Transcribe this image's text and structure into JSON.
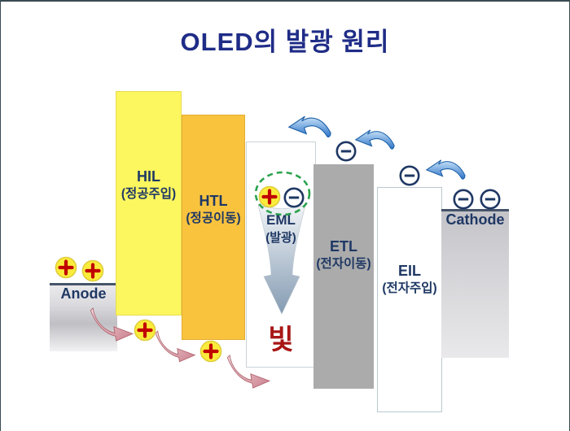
{
  "title": "OLED의 발광 원리",
  "electrodes": {
    "anode": {
      "label": "Anode"
    },
    "cathode": {
      "label": "Cathode"
    }
  },
  "layers": [
    {
      "abbr": "HIL",
      "sub": "(정공주입)"
    },
    {
      "abbr": "HTL",
      "sub": "(정공이동)"
    },
    {
      "abbr": "EML",
      "sub": "(발광)"
    },
    {
      "abbr": "ETL",
      "sub": "(전자이동)"
    },
    {
      "abbr": "EIL",
      "sub": "(전자주입)"
    }
  ],
  "emission": {
    "light_label": "빛"
  },
  "icons": {
    "hole": "plus-in-yellow-circle",
    "electron": "minus-in-white-circle",
    "electron_flow": "blue-curved-arrow-left",
    "hole_flow": "pink-curved-arrow-right",
    "emission_arrow": "gray-funnel-arrow-down",
    "exciton_ring": "green-dashed-ellipse"
  },
  "colors": {
    "title_text": "#1F2C87",
    "label_text": "#1F3864",
    "light_text": "#A81616",
    "hil_fill": "#FCF65F",
    "htl_fill": "#FAC33E",
    "etl_fill": "#ABABAB",
    "electrode_top_border": "#44546A",
    "hole_fill": "#FBEB3C",
    "hole_cross": "#C00000",
    "electron_stroke": "#1F3864",
    "exciton_ring_stroke": "#2BA24C",
    "electron_arrow_stroke": "#1C5FA6",
    "hole_arrow_stroke": "#B46873"
  }
}
